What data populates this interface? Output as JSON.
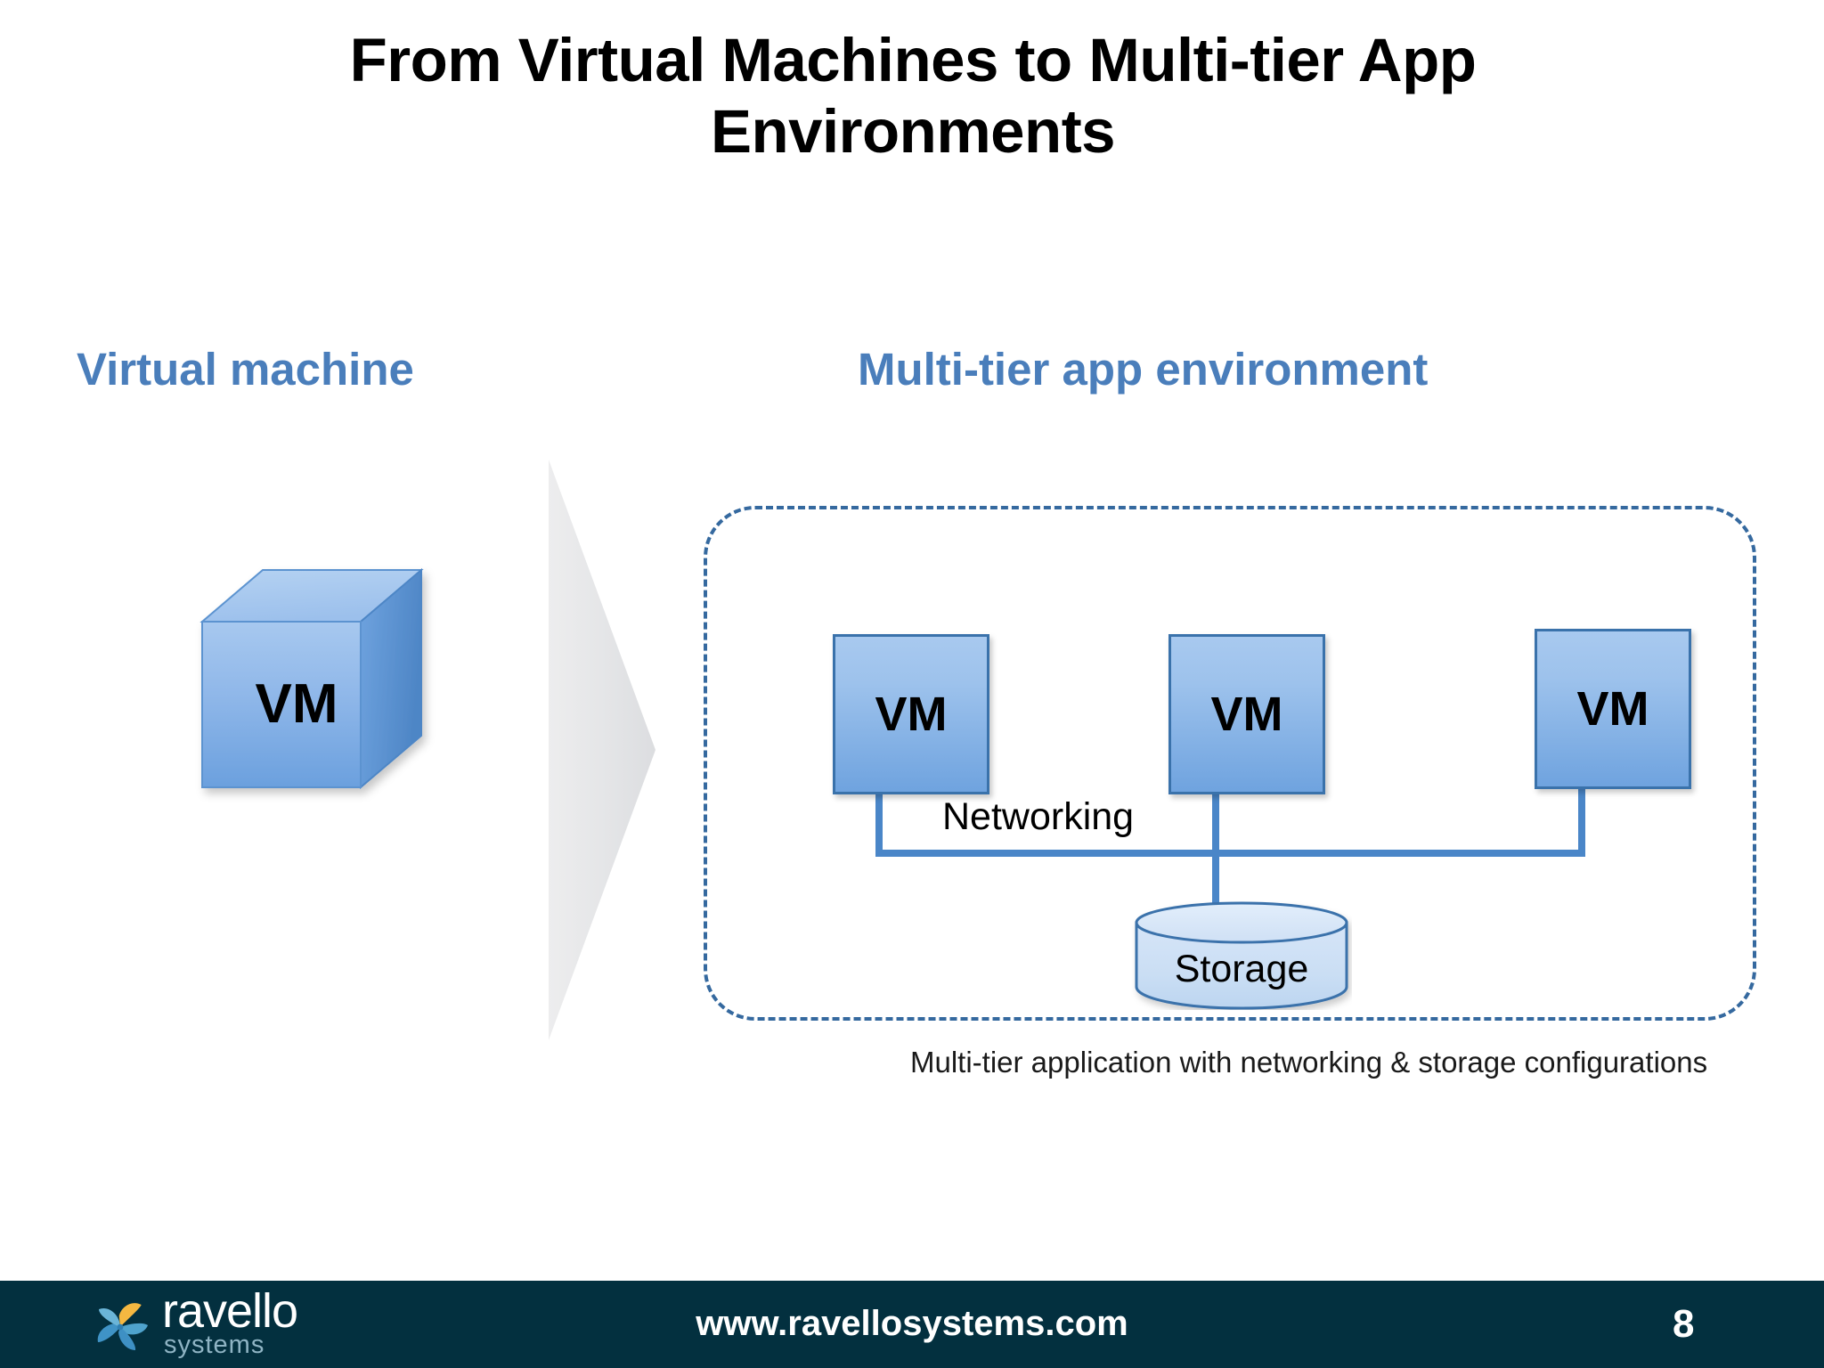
{
  "slide": {
    "title": "From Virtual Machines to Multi-tier App Environments",
    "page_number": "8",
    "background_color": "#ffffff"
  },
  "sections": {
    "left": {
      "heading": "Virtual machine",
      "heading_color": "#4a7ebb",
      "cube_label": "VM"
    },
    "right": {
      "heading": "Multi-tier app environment",
      "heading_color": "#4a7ebb",
      "caption": "Multi-tier application with networking & storage configurations",
      "boundary_style": "dashed",
      "boundary_color": "#35699f"
    }
  },
  "diagram": {
    "vm_nodes": [
      {
        "label": "VM"
      },
      {
        "label": "VM"
      },
      {
        "label": "VM"
      }
    ],
    "network_label": "Networking",
    "storage_label": "Storage",
    "wire_color": "#4a86c8",
    "node_border_color": "#3a72ab",
    "node_fill_top": "#a8c9ef",
    "node_fill_bottom": "#6fa3df",
    "storage_fill": "#cfe0f5",
    "arrow_color": "#e6e7e9"
  },
  "footer": {
    "brand_name": "ravello",
    "brand_sub": "systems",
    "url": "www.ravellosystems.com",
    "background_color": "#03303f",
    "logo_petal_blue": "#4d9fc9",
    "logo_petal_yellow": "#f5b841"
  }
}
